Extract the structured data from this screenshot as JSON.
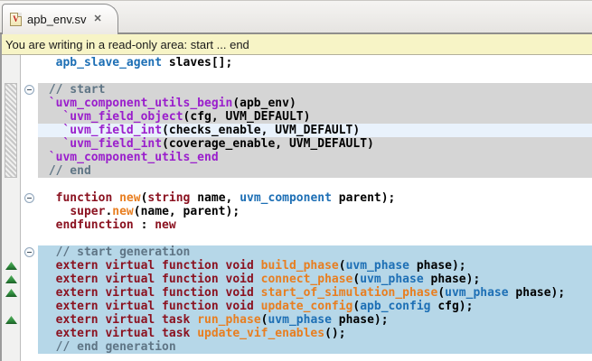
{
  "tab": {
    "title": "apb_env.sv",
    "icon_letter": "V",
    "close_glyph": "✕"
  },
  "banner": {
    "text": "You are writing in a read-only area: start ... end"
  },
  "colors": {
    "keyword": "#8B1220",
    "macro": "#9A1ECC",
    "type": "#1D6FB5",
    "function": "#E87E20",
    "comment": "#5F7585",
    "plain": "#000000",
    "gray_block_bg": "#D5D5D5",
    "blue_block_bg": "#B6D7E8",
    "current_line_bg": "#E9F2FC",
    "banner_bg": "#F7F4C6",
    "marker_green": "#2E8B3C"
  },
  "editor": {
    "lines": [
      {
        "bg": "none",
        "segments": [
          [
            "pl",
            "  "
          ],
          [
            "type",
            "apb_slave_agent"
          ],
          [
            "pl",
            " slaves[];"
          ]
        ]
      },
      {
        "bg": "none",
        "segments": []
      },
      {
        "bg": "gray",
        "segments": [
          [
            "cm",
            " // start"
          ]
        ]
      },
      {
        "bg": "gray",
        "segments": [
          [
            "mc",
            " `uvm_component_utils_begin"
          ],
          [
            "pl",
            "(apb_env)"
          ]
        ]
      },
      {
        "bg": "gray",
        "segments": [
          [
            "mc",
            "   `uvm_field_object"
          ],
          [
            "pl",
            "(cfg, UVM_DEFAULT)"
          ]
        ]
      },
      {
        "bg": "hl",
        "segments": [
          [
            "mc",
            "   `uvm_field_int"
          ],
          [
            "pl",
            "(checks_enable, UVM_DEFAULT)"
          ]
        ]
      },
      {
        "bg": "gray",
        "segments": [
          [
            "mc",
            "   `uvm_field_int"
          ],
          [
            "pl",
            "(coverage_enable, UVM_DEFAULT)"
          ]
        ]
      },
      {
        "bg": "gray",
        "segments": [
          [
            "mc",
            " `uvm_component_utils_end"
          ]
        ]
      },
      {
        "bg": "gray",
        "segments": [
          [
            "cm",
            " // end"
          ]
        ]
      },
      {
        "bg": "none",
        "segments": []
      },
      {
        "bg": "none",
        "segments": [
          [
            "pl",
            "  "
          ],
          [
            "kw",
            "function"
          ],
          [
            "pl",
            " "
          ],
          [
            "fn",
            "new"
          ],
          [
            "pl",
            "("
          ],
          [
            "kw",
            "string"
          ],
          [
            "pl",
            " name, "
          ],
          [
            "type",
            "uvm_component"
          ],
          [
            "pl",
            " parent);"
          ]
        ]
      },
      {
        "bg": "none",
        "segments": [
          [
            "pl",
            "    "
          ],
          [
            "kw",
            "super"
          ],
          [
            "pl",
            "."
          ],
          [
            "fn",
            "new"
          ],
          [
            "pl",
            "(name, parent);"
          ]
        ]
      },
      {
        "bg": "none",
        "segments": [
          [
            "pl",
            "  "
          ],
          [
            "kw",
            "endfunction"
          ],
          [
            "pl",
            " : "
          ],
          [
            "kw",
            "new"
          ]
        ]
      },
      {
        "bg": "none",
        "segments": []
      },
      {
        "bg": "blue",
        "segments": [
          [
            "cm",
            "  // start generation"
          ]
        ]
      },
      {
        "bg": "blue",
        "segments": [
          [
            "pl",
            "  "
          ],
          [
            "kw",
            "extern virtual function void"
          ],
          [
            "pl",
            " "
          ],
          [
            "fn",
            "build_phase"
          ],
          [
            "pl",
            "("
          ],
          [
            "type",
            "uvm_phase"
          ],
          [
            "pl",
            " phase);"
          ]
        ]
      },
      {
        "bg": "blue",
        "segments": [
          [
            "pl",
            "  "
          ],
          [
            "kw",
            "extern virtual function void"
          ],
          [
            "pl",
            " "
          ],
          [
            "fn",
            "connect_phase"
          ],
          [
            "pl",
            "("
          ],
          [
            "type",
            "uvm_phase"
          ],
          [
            "pl",
            " phase);"
          ]
        ]
      },
      {
        "bg": "blue",
        "segments": [
          [
            "pl",
            "  "
          ],
          [
            "kw",
            "extern virtual function void"
          ],
          [
            "pl",
            " "
          ],
          [
            "fn",
            "start_of_simulation_phase"
          ],
          [
            "pl",
            "("
          ],
          [
            "type",
            "uvm_phase"
          ],
          [
            "pl",
            " phase);"
          ]
        ]
      },
      {
        "bg": "blue",
        "segments": [
          [
            "pl",
            "  "
          ],
          [
            "kw",
            "extern virtual function void"
          ],
          [
            "pl",
            " "
          ],
          [
            "fn",
            "update_config"
          ],
          [
            "pl",
            "("
          ],
          [
            "type",
            "apb_config"
          ],
          [
            "pl",
            " cfg);"
          ]
        ]
      },
      {
        "bg": "blue",
        "segments": [
          [
            "pl",
            "  "
          ],
          [
            "kw",
            "extern virtual task"
          ],
          [
            "pl",
            " "
          ],
          [
            "fn",
            "run_phase"
          ],
          [
            "pl",
            "("
          ],
          [
            "type",
            "uvm_phase"
          ],
          [
            "pl",
            " phase);"
          ]
        ]
      },
      {
        "bg": "blue",
        "segments": [
          [
            "pl",
            "  "
          ],
          [
            "kw",
            "extern virtual task"
          ],
          [
            "pl",
            " "
          ],
          [
            "fn",
            "update_vif_enables"
          ],
          [
            "pl",
            "();"
          ]
        ]
      },
      {
        "bg": "blue",
        "segments": [
          [
            "cm",
            "  // end generation"
          ]
        ]
      }
    ],
    "fold_lines": [
      2,
      10,
      14
    ],
    "marker_lines": [
      15,
      16,
      17,
      19
    ],
    "line_height": 15
  }
}
